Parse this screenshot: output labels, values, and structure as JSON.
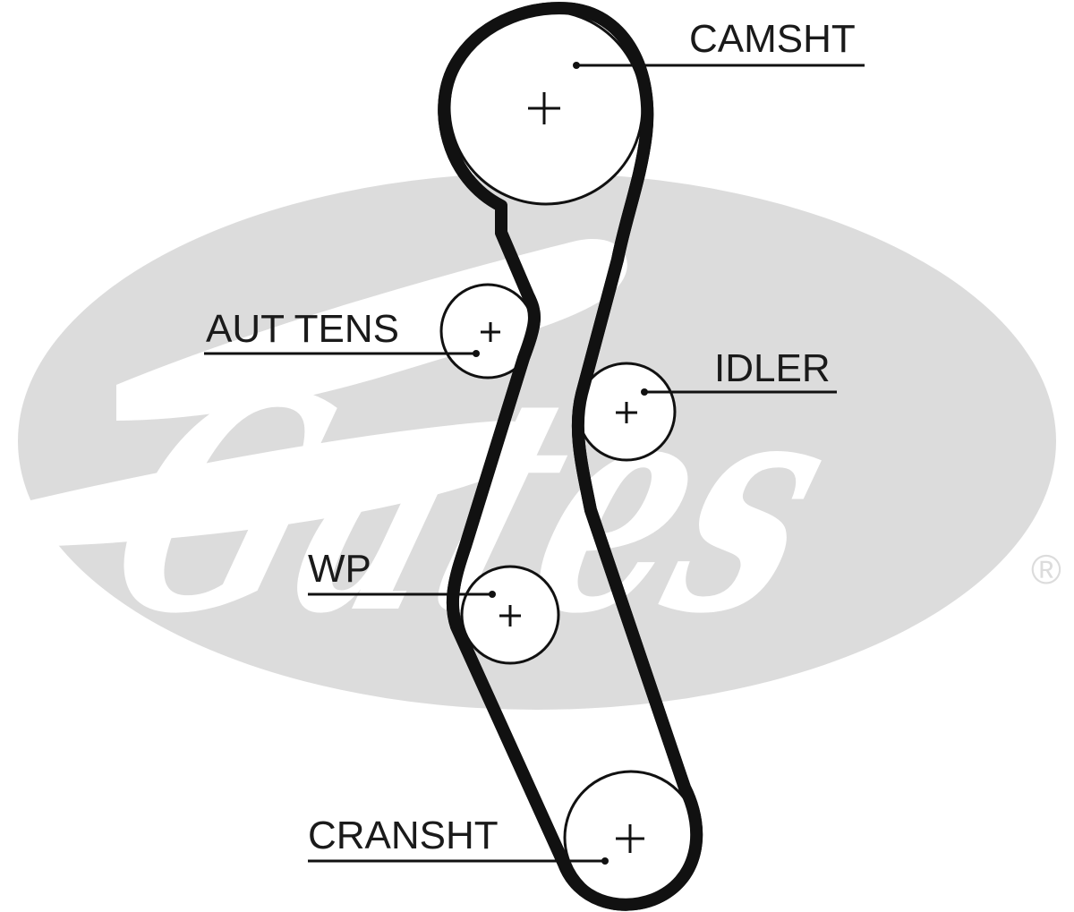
{
  "watermark": {
    "logo_text": "Gates",
    "registered_mark": "®",
    "color": "#dcdcdc"
  },
  "diagram": {
    "belt_color": "#111111",
    "labels": {
      "camshaft": "CAMSHT",
      "auto_tensioner": "AUT TENS",
      "idler": "IDLER",
      "water_pump": "WP",
      "crankshaft": "CRANSHT"
    }
  }
}
